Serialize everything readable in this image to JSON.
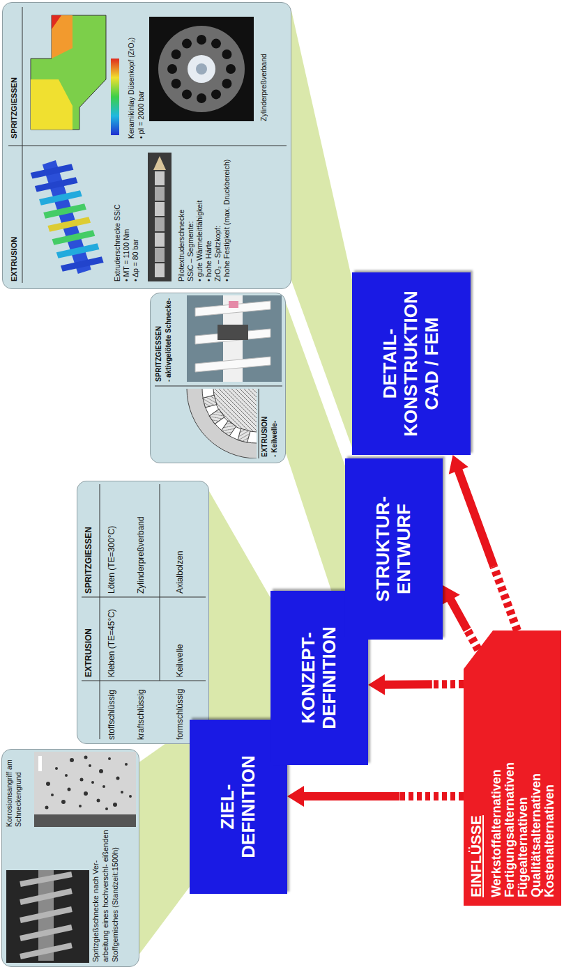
{
  "diagram": {
    "nodes": [
      {
        "text": [
          "Spritzgießschnecke nach Ver- arbeitung eines hochverschl- eißenden Stoffgemisches (Standzeit:1500h)",
          "Korrosionsangriff am Schneckengrund"
        ]
      },
      {
        "text": [
          "EXTRUSION",
          "SPRITZGIESSEN",
          "stoffschlüssig",
          "Kleben (TE=45°C)",
          "Löten (TE=300°C)",
          "kraftschlüssig",
          "Zylinderpreßverband",
          "formschlüssig",
          "Keilwelle",
          "Axialbolzen"
        ]
      },
      {
        "text": [
          "EXTRUSION",
          "- Keilwelle-",
          "SPRITZGIESSEN",
          "- aktivgelötete Schnecke-"
        ]
      },
      {
        "text": [
          "EXTRUSION",
          "SPRITZGIESSEN",
          "Extruderschnecke SSiC",
          "• MT = 1100 Nm",
          "• Δp = 80 bar",
          "Pilotextruderschnecke",
          "SSiC – Segmente:",
          "• gute Wärmeleitfähigkeit",
          "• hohe Härte",
          "ZrO₂ – Spitzkopf:",
          "• hohe Festigkeit (max. Druckbereich)",
          "Keramikinlay Düsenkopf (ZrO₂)",
          "• pI = 2000 bar",
          "Zylinderpreßverband"
        ]
      },
      {
        "text": [
          "ZIEL- DEFINITION"
        ]
      },
      {
        "text": [
          "KONZEPT- DEFINITION"
        ]
      },
      {
        "text": [
          "STRUKTUR- ENTWURF"
        ]
      },
      {
        "text": [
          "DETAIL- KONSTRUKTION CAD / FEM"
        ]
      },
      {
        "text": [
          "EINFLÜSSE",
          "Werkstoffalternativen",
          "Fertigungsalternativen",
          "Fügealternativen",
          "Qualitätsalternativen",
          "Kostenalternativen"
        ]
      }
    ],
    "edges": [
      {
        "from": 0,
        "to": 4,
        "arrow": "none"
      },
      {
        "from": 1,
        "to": 5,
        "arrow": "none"
      },
      {
        "from": 2,
        "to": 6,
        "arrow": "none"
      },
      {
        "from": 3,
        "to": 7,
        "arrow": "none"
      },
      {
        "from": 8,
        "to": 4,
        "arrow": "to"
      },
      {
        "from": 8,
        "to": 5,
        "arrow": "to"
      },
      {
        "from": 8,
        "to": 6,
        "arrow": "to"
      },
      {
        "from": 8,
        "to": 7,
        "arrow": "to"
      }
    ]
  }
}
